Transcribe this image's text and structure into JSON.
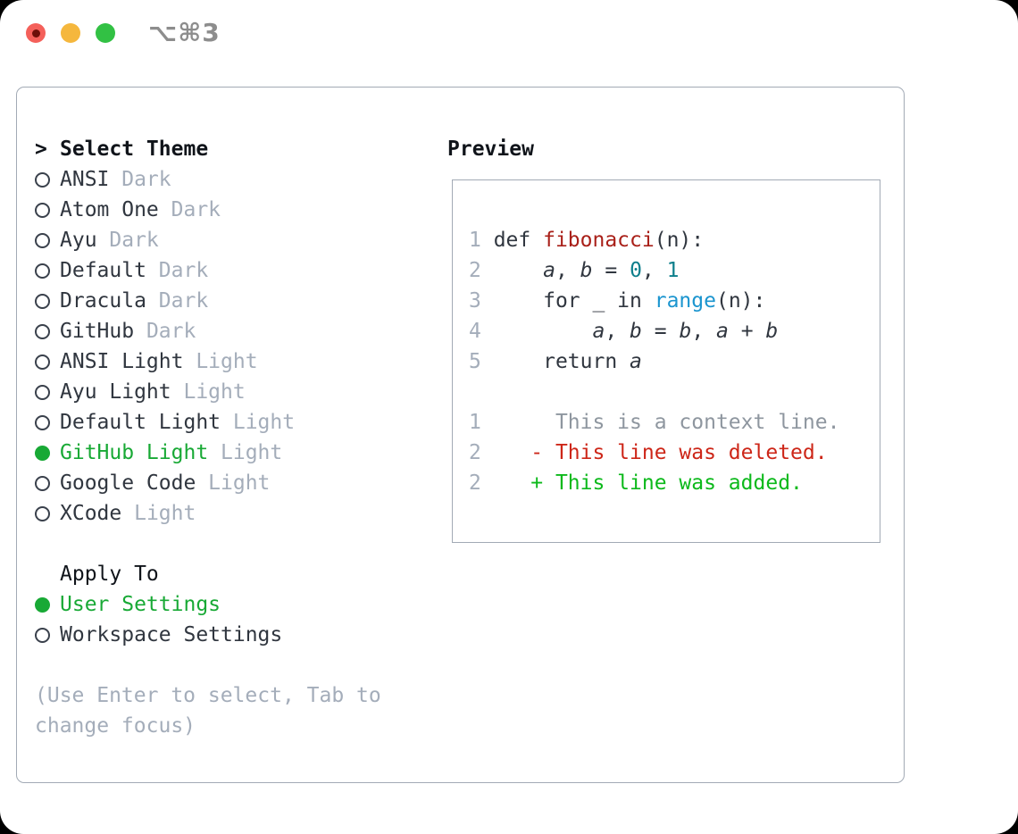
{
  "window": {
    "title": "⌥⌘3",
    "traffic_lights": [
      "close",
      "minimize",
      "zoom"
    ]
  },
  "theme_picker": {
    "header_marker": ">",
    "header": "Select Theme",
    "themes": [
      {
        "name": "ANSI",
        "variant": "Dark",
        "selected": false
      },
      {
        "name": "Atom One",
        "variant": "Dark",
        "selected": false
      },
      {
        "name": "Ayu",
        "variant": "Dark",
        "selected": false
      },
      {
        "name": "Default",
        "variant": "Dark",
        "selected": false
      },
      {
        "name": "Dracula",
        "variant": "Dark",
        "selected": false
      },
      {
        "name": "GitHub",
        "variant": "Dark",
        "selected": false
      },
      {
        "name": "ANSI Light",
        "variant": "Light",
        "selected": false
      },
      {
        "name": "Ayu Light",
        "variant": "Light",
        "selected": false
      },
      {
        "name": "Default Light",
        "variant": "Light",
        "selected": false
      },
      {
        "name": "GitHub Light",
        "variant": "Light",
        "selected": true
      },
      {
        "name": "Google Code",
        "variant": "Light",
        "selected": false
      },
      {
        "name": "XCode",
        "variant": "Light",
        "selected": false
      }
    ],
    "apply_to": {
      "header": "Apply To",
      "options": [
        {
          "label": "User Settings",
          "selected": true
        },
        {
          "label": "Workspace Settings",
          "selected": false
        }
      ]
    },
    "hint_lines": [
      "(Use Enter to select, Tab to",
      "change focus)"
    ]
  },
  "preview": {
    "header": "Preview",
    "code_lines": [
      {
        "num": "1",
        "tokens": [
          {
            "t": "def ",
            "s": "plain"
          },
          {
            "t": "fibonacci",
            "s": "fn"
          },
          {
            "t": "(n):",
            "s": "plain"
          }
        ]
      },
      {
        "num": "2",
        "tokens": [
          {
            "t": "    ",
            "s": "plain"
          },
          {
            "t": "a",
            "s": "var"
          },
          {
            "t": ", ",
            "s": "plain"
          },
          {
            "t": "b",
            "s": "var"
          },
          {
            "t": " = ",
            "s": "plain"
          },
          {
            "t": "0",
            "s": "num"
          },
          {
            "t": ", ",
            "s": "plain"
          },
          {
            "t": "1",
            "s": "num"
          }
        ]
      },
      {
        "num": "3",
        "tokens": [
          {
            "t": "    for _ in ",
            "s": "plain"
          },
          {
            "t": "range",
            "s": "builtin"
          },
          {
            "t": "(n):",
            "s": "plain"
          }
        ]
      },
      {
        "num": "4",
        "tokens": [
          {
            "t": "        ",
            "s": "plain"
          },
          {
            "t": "a",
            "s": "var"
          },
          {
            "t": ", ",
            "s": "plain"
          },
          {
            "t": "b",
            "s": "var"
          },
          {
            "t": " = ",
            "s": "plain"
          },
          {
            "t": "b",
            "s": "var"
          },
          {
            "t": ", ",
            "s": "plain"
          },
          {
            "t": "a",
            "s": "var"
          },
          {
            "t": " + ",
            "s": "plain"
          },
          {
            "t": "b",
            "s": "var"
          }
        ]
      },
      {
        "num": "5",
        "tokens": [
          {
            "t": "    return ",
            "s": "plain"
          },
          {
            "t": "a",
            "s": "var"
          }
        ]
      },
      {
        "num": "",
        "tokens": []
      },
      {
        "num": "1",
        "tokens": [
          {
            "t": "     This is a context line.",
            "s": "ctx"
          }
        ]
      },
      {
        "num": "2",
        "tokens": [
          {
            "t": "   - This line was deleted.",
            "s": "del"
          }
        ]
      },
      {
        "num": "2",
        "tokens": [
          {
            "t": "   + This line was added.",
            "s": "add"
          }
        ]
      }
    ]
  },
  "colors": {
    "selection_green": "#18a935",
    "added_green": "#0cb91b",
    "deleted_red": "#cd2618",
    "function_red": "#a92019",
    "number_teal": "#0e7f8c",
    "builtin_blue": "#1b95cf",
    "muted_gray": "#a4adba",
    "context_gray": "#8e969f",
    "text_dark": "#30363f",
    "border_gray": "#a2aab5",
    "traffic_red": "#f4605a",
    "traffic_yellow": "#f5b73d",
    "traffic_green": "#32c144"
  }
}
